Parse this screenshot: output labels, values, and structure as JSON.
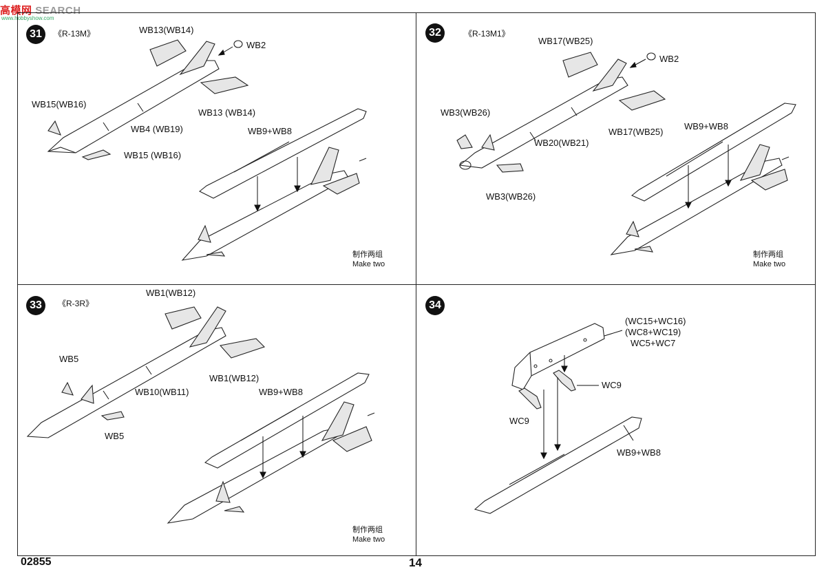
{
  "watermark": {
    "brand_prefix": "高",
    "brand_rest": "模网",
    "search_text": "SEARCH",
    "url": "www.hobbyshow.com"
  },
  "footer": {
    "product_code": "02855",
    "page_number": "14"
  },
  "steps": [
    {
      "number": "31",
      "model": "《R-13M》",
      "labels": [
        "WB13(WB14)",
        "WB2",
        "WB15(WB16)",
        "WB13 (WB14)",
        "WB4 (WB19)",
        "WB15 (WB16)",
        "WB9+WB8"
      ],
      "note_cn": "制作两组",
      "note_en": "Make two"
    },
    {
      "number": "32",
      "model": "《R-13M1》",
      "labels": [
        "WB17(WB25)",
        "WB2",
        "WB3(WB26)",
        "WB20(WB21)",
        "WB17(WB25)",
        "WB9+WB8",
        "WB3(WB26)"
      ],
      "note_cn": "制作两组",
      "note_en": "Make two"
    },
    {
      "number": "33",
      "model": "《R-3R》",
      "labels": [
        "WB1(WB12)",
        "WB5",
        "WB10(WB11)",
        "WB1(WB12)",
        "WB9+WB8",
        "WB5"
      ],
      "note_cn": "制作两组",
      "note_en": "Make two"
    },
    {
      "number": "34",
      "labels": [
        "(WC15+WC16)",
        "(WC8+WC19)",
        "WC5+WC7",
        "WC9",
        "WC9",
        "WB9+WB8"
      ]
    }
  ]
}
